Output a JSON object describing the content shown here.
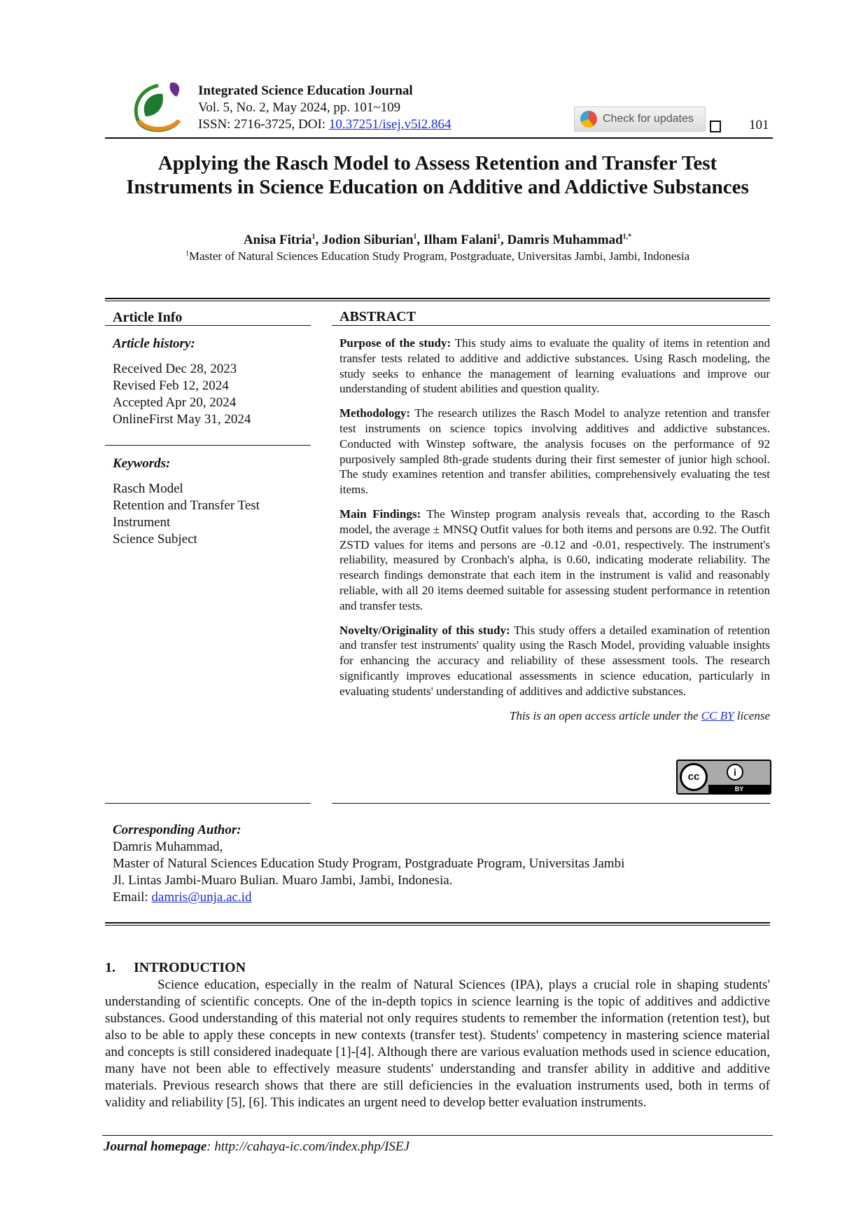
{
  "header": {
    "journal": "Integrated Science Education Journal",
    "volume": "Vol. 5, No. 2, May 2024, pp. 101~109",
    "issn_prefix": "ISSN: 2716-3725, DOI: ",
    "doi": "10.37251/isej.v5i2.864",
    "check_updates": "Check for updates",
    "page_number": "101"
  },
  "title": [
    "Applying the Rasch Model to Assess Retention and Transfer Test",
    "Instruments in Science Education on Additive and Addictive Substances"
  ],
  "authors": [
    {
      "name": "Anisa Fitria",
      "sup": "1"
    },
    {
      "name": "Jodion Siburian",
      "sup": "1"
    },
    {
      "name": "Ilham Falani",
      "sup": "1"
    },
    {
      "name": "Damris Muhammad",
      "sup": "1,*"
    }
  ],
  "affiliation": {
    "sup": "1",
    "text": "Master of Natural Sciences Education Study Program, Postgraduate, Universitas Jambi, Jambi, Indonesia"
  },
  "article_info": {
    "heading": "Article Info",
    "history_label": "Article history:",
    "history": [
      "Received Dec 28, 2023",
      "Revised Feb 12, 2024",
      "Accepted Apr 20, 2024",
      "OnlineFirst May 31, 2024"
    ],
    "keywords_label": "Keywords:",
    "keywords": [
      "Rasch Model",
      "Retention and Transfer Test",
      "Instrument",
      "Science Subject"
    ]
  },
  "abstract": {
    "heading": "ABSTRACT",
    "sections": [
      {
        "label": "Purpose of the study:",
        "text": " This study aims to evaluate the quality of items in retention and transfer tests related to additive and addictive substances. Using Rasch modeling, the study seeks to enhance the management of learning evaluations and improve our understanding of student abilities and question quality."
      },
      {
        "label": "Methodology:",
        "text": " The research utilizes the Rasch Model to analyze retention and transfer test instruments on science topics involving additives and addictive substances. Conducted with Winstep software, the analysis focuses on the performance of 92 purposively sampled 8th-grade students during their first semester of junior high school. The study examines retention and transfer abilities, comprehensively evaluating the test items."
      },
      {
        "label": "Main Findings:",
        "text": " The Winstep program analysis reveals that, according to the Rasch model, the average ± MNSQ Outfit values for both items and persons are 0.92. The Outfit ZSTD values for items and persons are -0.12 and -0.01, respectively. The instrument's reliability, measured by Cronbach's alpha, is 0.60, indicating moderate reliability. The research findings demonstrate that each item in the instrument is valid and reasonably reliable, with all 20 items deemed suitable for assessing student performance in retention and transfer tests."
      },
      {
        "label": "Novelty/Originality of this study:",
        "text": " This study offers a detailed examination of retention and transfer test instruments' quality using the Rasch Model, providing valuable insights for enhancing the accuracy and reliability of these assessment tools. The research significantly improves educational assessments in science education, particularly in evaluating students' understanding of additives and addictive substances."
      }
    ],
    "license_prefix": "This is an open access article under the ",
    "license_link": "CC BY",
    "license_suffix": " license",
    "badge_by": "BY"
  },
  "corresponding": {
    "label": "Corresponding Author:",
    "name": "Damris Muhammad,",
    "lines": [
      "Master of Natural Sciences Education Study Program, Postgraduate Program, Universitas Jambi",
      "Jl. Lintas Jambi-Muaro Bulian. Muaro Jambi, Jambi, Indonesia."
    ],
    "email_label": "Email: ",
    "email": "damris@unja.ac.id"
  },
  "intro": {
    "number": "1.",
    "heading": "INTRODUCTION",
    "text": "Science education, especially in the realm of Natural Sciences (IPA), plays a crucial role in shaping students' understanding of scientific concepts. One of the in-depth topics in science learning is the topic of additives and addictive substances. Good understanding of this material not only requires students to remember the information (retention test), but also to be able to apply these concepts in new contexts (transfer test). Students' competency in mastering science material and concepts is still considered inadequate [1]-[4]. Although there are various evaluation methods used in science education, many have not been able to effectively measure students' understanding and transfer ability in additive and additive materials. Previous research shows that there are still deficiencies in the evaluation instruments used, both in terms of validity and reliability [5], [6]. This indicates an urgent need to develop better evaluation instruments."
  },
  "footer": {
    "label": "Journal homepage",
    "text": ": http://cahaya-ic.com/index.php/ISEJ"
  }
}
